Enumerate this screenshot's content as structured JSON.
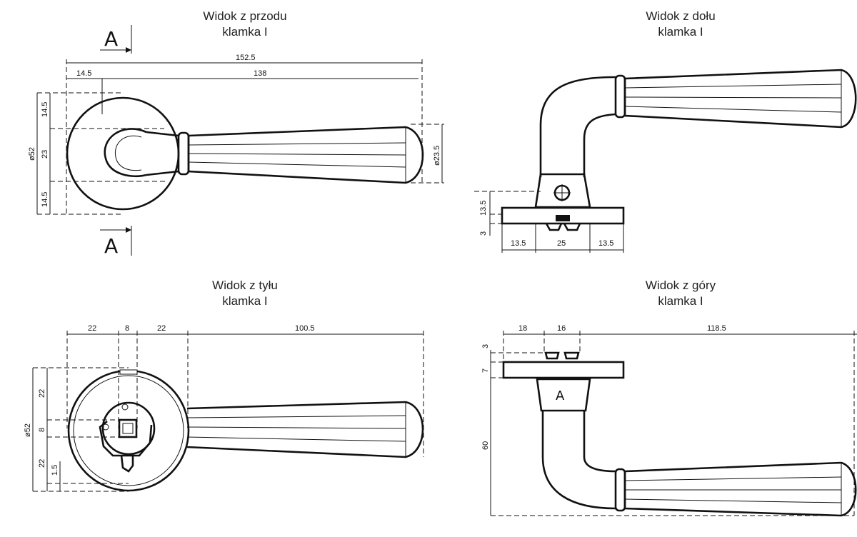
{
  "views": {
    "front": {
      "title": "Widok z przodu",
      "subtitle": "klamka I",
      "section_mark": "A",
      "dims": {
        "total": "152.5",
        "rose": "14.5",
        "lever": "138",
        "left_top": "14.5",
        "left_mid": "23",
        "left_bot": "14.5",
        "dia_rose": "ø52",
        "dia_end": "ø23.5"
      }
    },
    "bottom": {
      "title": "Widok z dołu",
      "subtitle": "klamka I",
      "dims": {
        "height": "13.5",
        "plate": "3",
        "w1": "13.5",
        "w2": "25",
        "w3": "13.5"
      }
    },
    "back": {
      "title": "Widok z tyłu",
      "subtitle": "klamka I",
      "dims": {
        "w1": "22",
        "w2": "8",
        "w3": "22",
        "w4": "100.5",
        "dia": "ø52",
        "h1": "22",
        "h2": "8",
        "h3": "22",
        "h4": "1.5"
      }
    },
    "top": {
      "title": "Widok z góry",
      "subtitle": "klamka I",
      "label": "A",
      "dims": {
        "w1": "18",
        "w2": "16",
        "w3": "118.5",
        "h1": "3",
        "h2": "7",
        "h3": "60"
      }
    }
  }
}
